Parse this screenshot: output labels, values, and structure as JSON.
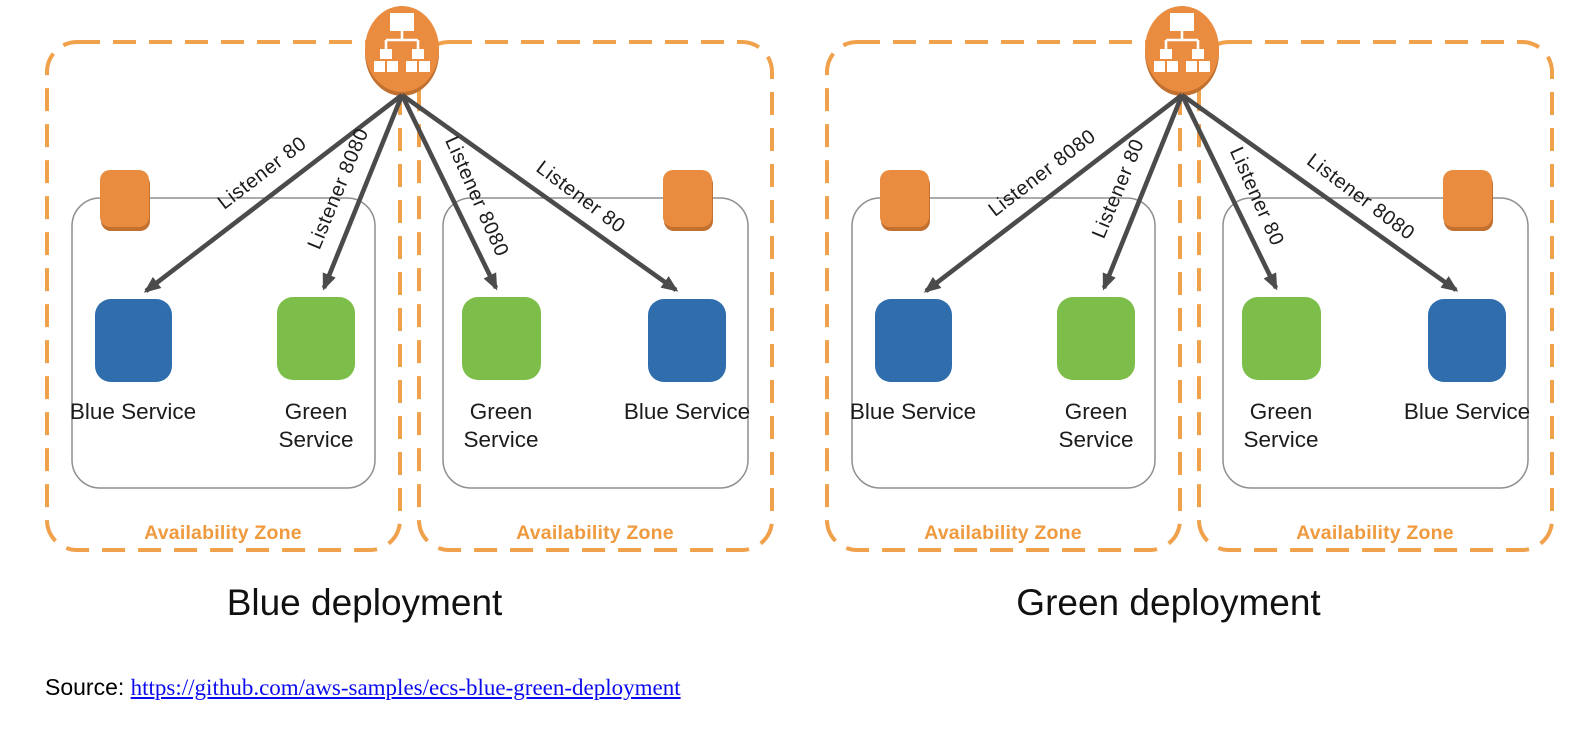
{
  "diagrams": [
    {
      "title": "Blue deployment",
      "load_balancer_icon": "elastic-load-balancer",
      "listeners": [
        "Listener 80",
        "Listener 8080",
        "Listener 8080",
        "Listener 80"
      ],
      "zones": [
        {
          "label": "Availability Zone",
          "services": [
            {
              "name": "Blue Service",
              "color": "blue",
              "lines": [
                "Blue Service"
              ]
            },
            {
              "name": "Green Service",
              "color": "green",
              "lines": [
                "Green",
                "Service"
              ]
            }
          ]
        },
        {
          "label": "Availability Zone",
          "services": [
            {
              "name": "Green Service",
              "color": "green",
              "lines": [
                "Green",
                "Service"
              ]
            },
            {
              "name": "Blue Service",
              "color": "blue",
              "lines": [
                "Blue Service"
              ]
            }
          ]
        }
      ]
    },
    {
      "title": "Green deployment",
      "load_balancer_icon": "elastic-load-balancer",
      "listeners": [
        "Listener 8080",
        "Listener 80",
        "Listener 80",
        "Listener 8080"
      ],
      "zones": [
        {
          "label": "Availability Zone",
          "services": [
            {
              "name": "Blue Service",
              "color": "blue",
              "lines": [
                "Blue Service"
              ]
            },
            {
              "name": "Green Service",
              "color": "green",
              "lines": [
                "Green",
                "Service"
              ]
            }
          ]
        },
        {
          "label": "Availability Zone",
          "services": [
            {
              "name": "Green Service",
              "color": "green",
              "lines": [
                "Green",
                "Service"
              ]
            },
            {
              "name": "Blue Service",
              "color": "blue",
              "lines": [
                "Blue Service"
              ]
            }
          ]
        }
      ]
    }
  ],
  "source": {
    "label": "Source:",
    "url_text": "https://github.com/aws-samples/ecs-blue-green-deployment"
  },
  "colors": {
    "orange": "#E98C40",
    "orange_shadow": "#C1702F",
    "dash_orange": "#F0A14C",
    "zone_label_orange": "#EF9A3E",
    "blue_service": "#2F6DAC",
    "green_service": "#7DBE4A",
    "arrow_gray": "#4B4B4B",
    "container_border": "#8F8F8F",
    "label_text": "#1C1C1C",
    "title_text": "#111111",
    "link_blue": "#0B0BEE"
  }
}
